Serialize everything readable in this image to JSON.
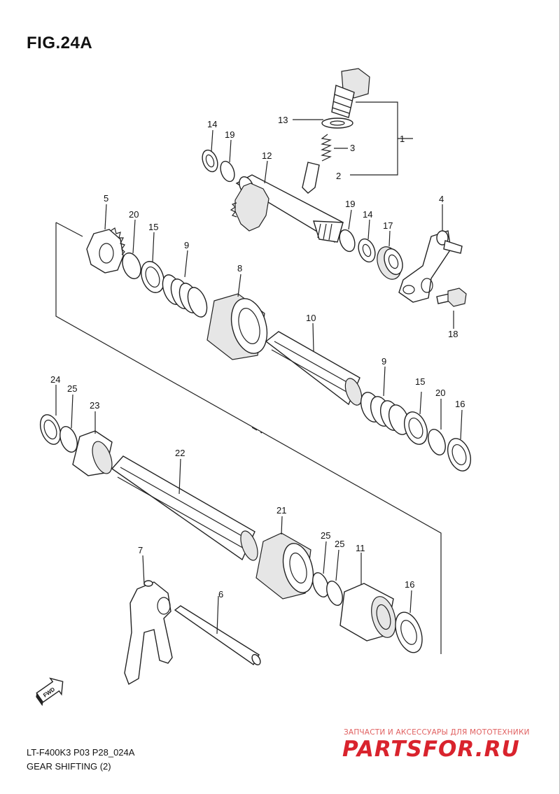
{
  "figure": {
    "title": "FIG.24A",
    "code": "LT-F400K3 P03 P28_024A",
    "caption": "GEAR SHIFTING (2)",
    "fwd_label": "FWD"
  },
  "callouts": [
    "1",
    "2",
    "3",
    "4",
    "5",
    "6",
    "7",
    "8",
    "9",
    "9",
    "10",
    "11",
    "12",
    "13",
    "14",
    "14",
    "15",
    "15",
    "16",
    "16",
    "17",
    "18",
    "19",
    "19",
    "20",
    "20",
    "21",
    "22",
    "23",
    "24",
    "25",
    "25",
    "25"
  ],
  "watermark": {
    "tagline": "ЗАПЧАСТИ И АКСЕССУАРЫ ДЛЯ МОТОТЕХНИКИ",
    "logo_text": "PARTSFOR.RU",
    "color": "#d9232d"
  }
}
